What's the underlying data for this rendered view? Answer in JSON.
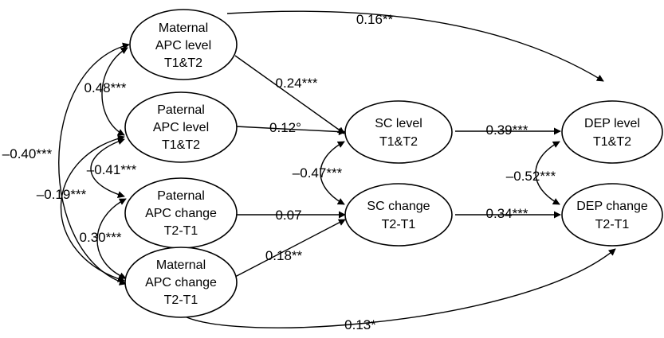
{
  "nodes": {
    "mat_level": [
      "Maternal",
      "APC level",
      "T1&T2"
    ],
    "pat_level": [
      "Paternal",
      "APC level",
      "T1&T2"
    ],
    "pat_change": [
      "Paternal",
      "APC change",
      "T2-T1"
    ],
    "mat_change": [
      "Maternal",
      "APC change",
      "T2-T1"
    ],
    "sc_level": [
      "SC level",
      "T1&T2"
    ],
    "sc_change": [
      "SC change",
      "T2-T1"
    ],
    "dep_level": [
      "DEP level",
      "T1&T2"
    ],
    "dep_change": [
      "DEP change",
      "T2-T1"
    ]
  },
  "paths": {
    "mat_level_dep_level": "0.16**",
    "mat_level_sc_level": "0.24***",
    "pat_level_sc_level": "0.12°",
    "pat_change_sc_change": "0.07",
    "mat_change_sc_change": "0.18**",
    "mat_change_dep_change": "0.13*",
    "sc_level_dep_level": "0.39***",
    "sc_change_dep_change": "0.34***"
  },
  "correlations": {
    "mat_level_pat_level": "0.48***",
    "mat_level_mat_change": "–0.40***",
    "pat_level_mat_change": "–0.19***",
    "pat_level_pat_change": "–0.41***",
    "pat_change_mat_change": "0.30***",
    "sc_level_sc_change": "–0.47***",
    "dep_level_dep_change": "–0.52***"
  }
}
